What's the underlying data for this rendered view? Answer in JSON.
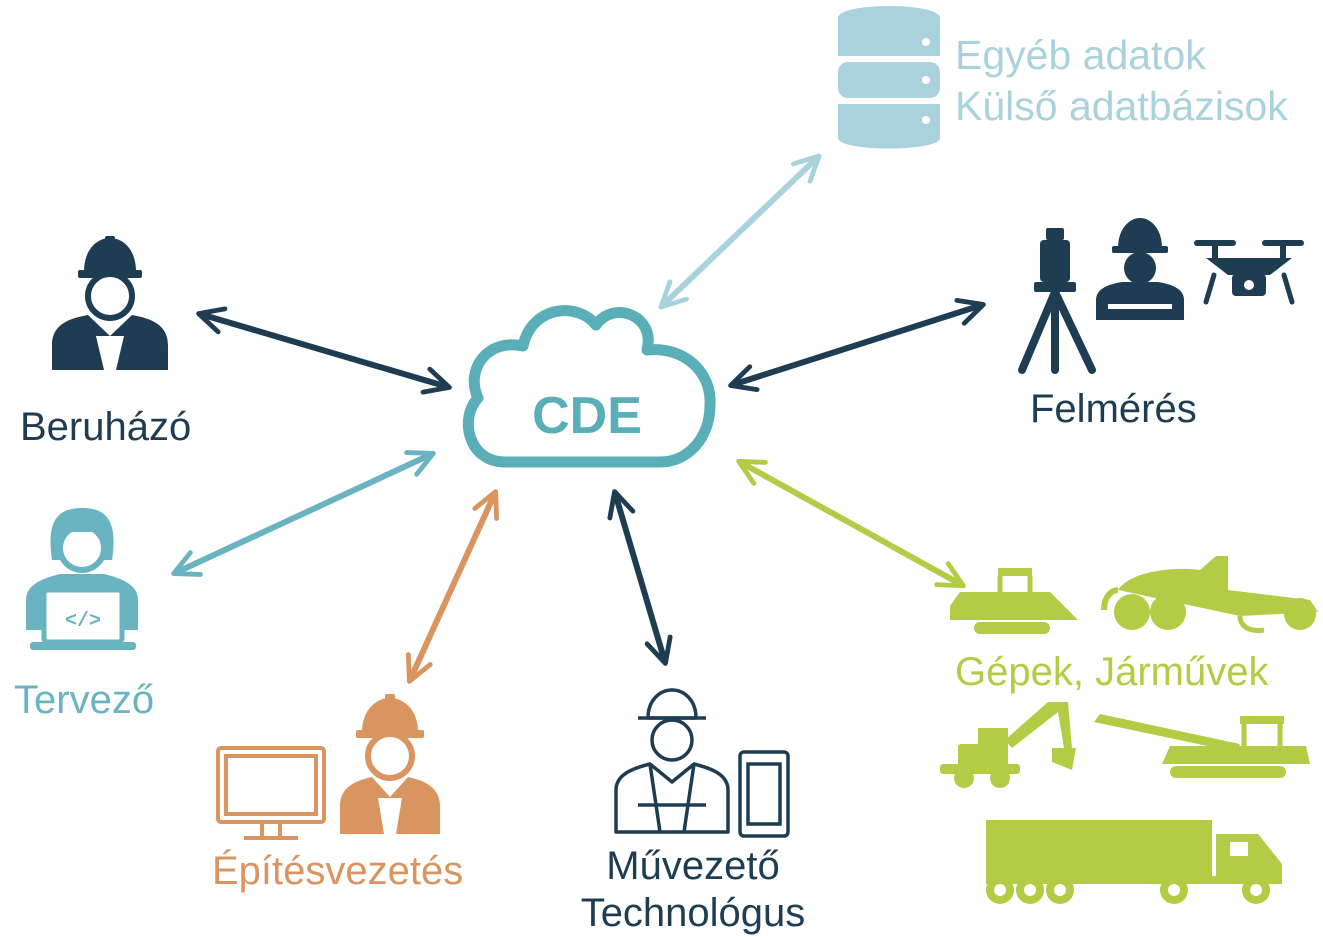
{
  "center": {
    "label": "CDE"
  },
  "nodes": {
    "external_data": {
      "line1": "Egyéb adatok",
      "line2": "Külső adatbázisok"
    },
    "investor": {
      "label": "Beruházó"
    },
    "survey": {
      "label": "Felmérés"
    },
    "designer": {
      "label": "Tervező"
    },
    "construction_management": {
      "label": "Építésvezetés"
    },
    "site_manager": {
      "line1": "Művezető",
      "line2": "Technológus"
    },
    "machines": {
      "label": "Gépek, Járművek"
    }
  },
  "colors": {
    "dark_navy": "#1e3d52",
    "teal": "#6ab4c1",
    "cloud_teal": "#59aeb8",
    "light_blue": "#a9d2dd",
    "orange": "#d99460",
    "lime": "#b2cc45"
  },
  "icons": {
    "external_data": "database-icon",
    "investor": "construction-worker-icon",
    "survey": [
      "total-station-tripod-icon",
      "construction-worker-icon",
      "drone-icon"
    ],
    "designer": "developer-laptop-icon",
    "construction_management": [
      "monitor-icon",
      "construction-worker-icon"
    ],
    "site_manager": [
      "construction-worker-outline-icon",
      "smartphone-icon"
    ],
    "machines": [
      "paver-icon",
      "grader-icon",
      "excavator-icon",
      "milling-machine-icon",
      "dump-truck-icon"
    ]
  }
}
